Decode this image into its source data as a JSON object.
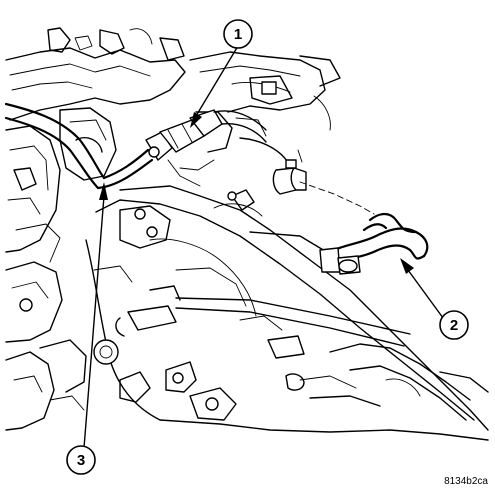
{
  "callouts": [
    {
      "id": "1",
      "label": "1"
    },
    {
      "id": "2",
      "label": "2"
    },
    {
      "id": "3",
      "label": "3"
    }
  ],
  "figure_code": "8134b2ca"
}
